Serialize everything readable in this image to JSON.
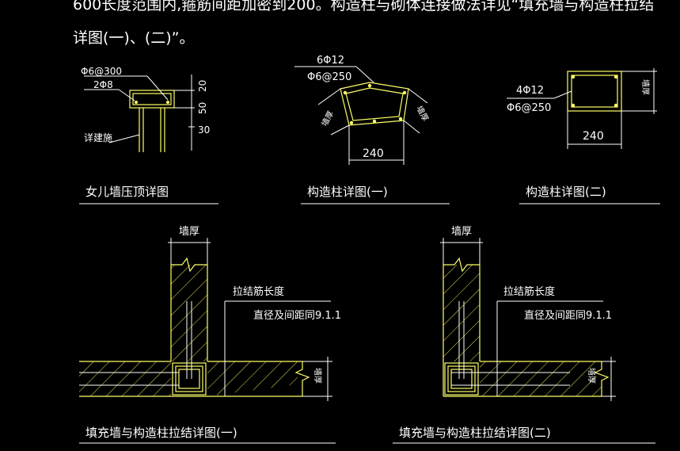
{
  "header": {
    "line1": "600长度范围内,箍筋间距加密到200。构造柱与砌体连接做法详见“填充墙与构造柱拉结",
    "line2": "详图(一)、(二)”。"
  },
  "parapet": {
    "title": "女儿墙压顶详图",
    "rebar_stirrup": "Φ6@300",
    "rebar_main": "2Φ8",
    "note": "详建施",
    "dim_top": "20",
    "dim_mid": "50",
    "dim_low": "30"
  },
  "column1": {
    "title": "构造柱详图(一)",
    "rebar_main": "6Φ12",
    "rebar_stirrup": "Φ6@250",
    "dim_width": "240",
    "wall_left": "墙厚",
    "wall_right": "墙厚"
  },
  "column2": {
    "title": "构造柱详图(二)",
    "rebar_main": "4Φ12",
    "rebar_stirrup": "Φ6@250",
    "dim_width": "240",
    "wall_side": "墙厚"
  },
  "tie1": {
    "title": "填充墙与构造柱拉结详图(一)",
    "wall_thickness": "墙厚",
    "tie_length": "拉结筋长度",
    "tie_note": "直径及间距同9.1.1",
    "wall_side": "墙厚"
  },
  "tie2": {
    "title": "填充墙与构造柱拉结详图(二)",
    "wall_thickness": "墙厚",
    "tie_length": "拉结筋长度",
    "tie_note": "直径及间距同9.1.1",
    "wall_side": "墙厚"
  }
}
